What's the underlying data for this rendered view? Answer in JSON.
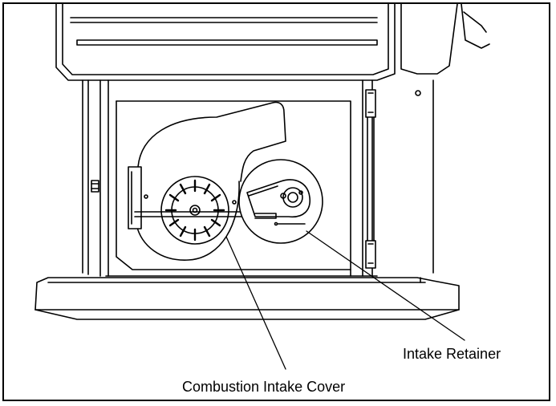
{
  "figure": {
    "callouts": [
      {
        "id": "intake-retainer",
        "label": "Intake Retainer"
      },
      {
        "id": "combustion-intake-cover",
        "label": "Combustion Intake Cover"
      }
    ]
  },
  "colors": {
    "line": "#000000",
    "background": "#ffffff",
    "panel": "#f4f4f4"
  }
}
